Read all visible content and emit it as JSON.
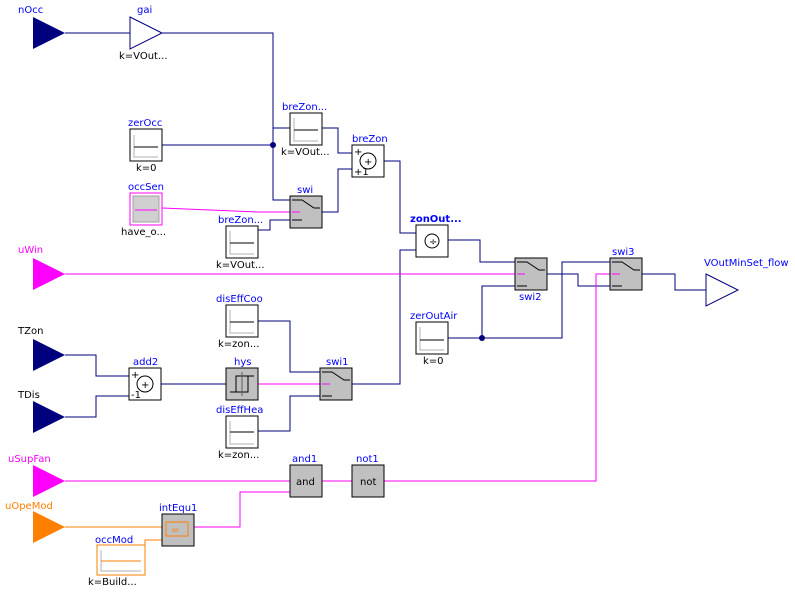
{
  "inputs": {
    "nOcc": "nOcc",
    "uWin": "uWin",
    "TZon": "TZon",
    "TDis": "TDis",
    "uSupFan": "uSupFan",
    "uOpeMod": "uOpeMod"
  },
  "output": {
    "name": "VOutMinSet_flow"
  },
  "blocks": {
    "gai": {
      "name": "gai",
      "param": "k=VOut..."
    },
    "zerOcc": {
      "name": "zerOcc",
      "param": "k=0"
    },
    "occSen": {
      "name": "occSen",
      "param": "have_o..."
    },
    "breZonOcc": {
      "name": "breZon...",
      "param": "k=VOut..."
    },
    "breZonArea": {
      "name": "breZon...",
      "param": "k=VOut..."
    },
    "breZon": {
      "name": "breZon"
    },
    "swi": {
      "name": "swi"
    },
    "zonOut": {
      "name": "zonOut..."
    },
    "swi2": {
      "name": "swi2"
    },
    "swi3": {
      "name": "swi3"
    },
    "zerOutAir": {
      "name": "zerOutAir",
      "param": "k=0"
    },
    "disEffCoo": {
      "name": "disEffCoo",
      "param": "k=zon..."
    },
    "disEffHea": {
      "name": "disEffHea",
      "param": "k=zon..."
    },
    "add2": {
      "name": "add2"
    },
    "hys": {
      "name": "hys"
    },
    "swi1": {
      "name": "swi1"
    },
    "and1": {
      "name": "and1",
      "text": "and"
    },
    "not1": {
      "name": "not1",
      "text": "not"
    },
    "intEqu1": {
      "name": "intEqu1"
    },
    "occMod": {
      "name": "occMod",
      "param": "k=Build..."
    }
  },
  "colors": {
    "real": "#00007f",
    "real_label": "#0000ff",
    "boolean": "#ff00ff",
    "integer": "#ff7f00",
    "block_fill": "#c0c0c0"
  }
}
